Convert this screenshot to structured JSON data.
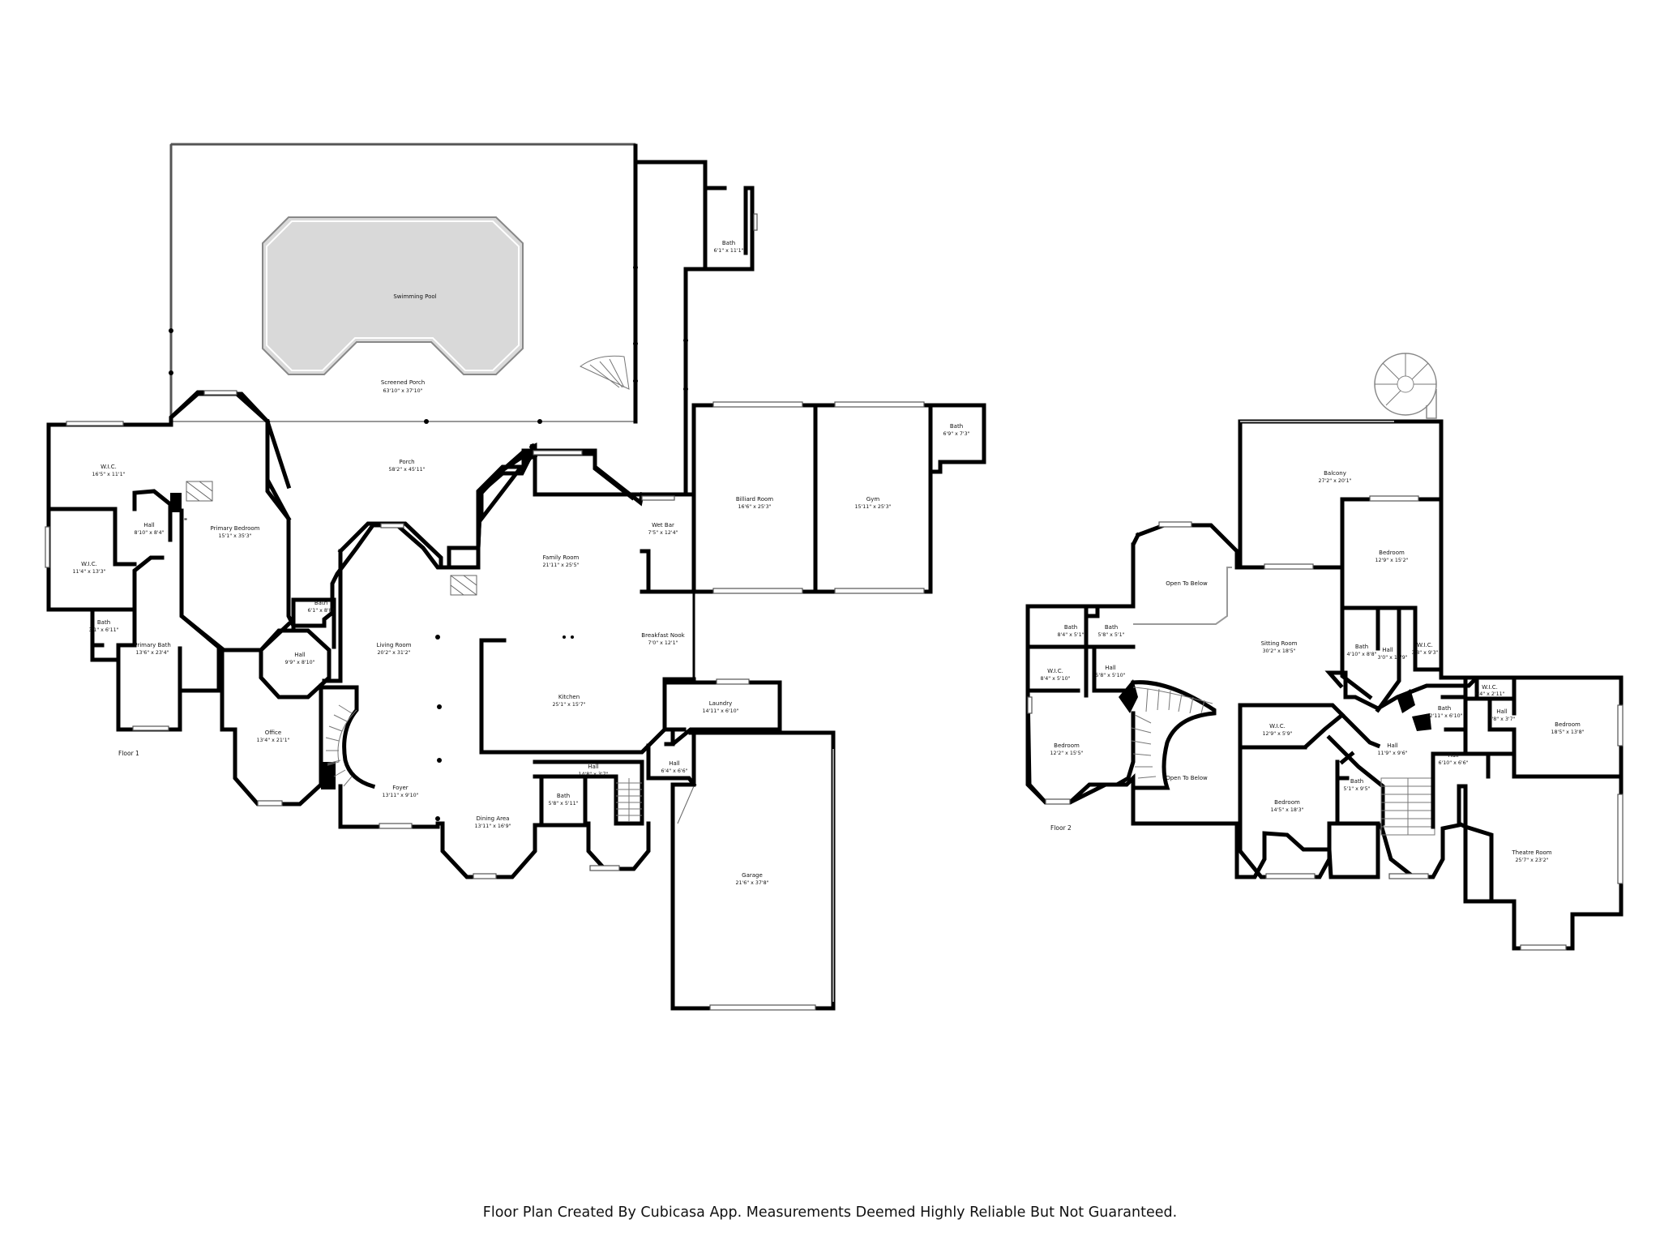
{
  "floors": [
    {
      "label": "Floor 1",
      "rooms": [
        {
          "name": "Swimming Pool",
          "dim": ""
        },
        {
          "name": "Screened Porch",
          "dim": "63'10\" x 37'10\""
        },
        {
          "name": "Bath",
          "dim": "6'1\" x 11'1\""
        },
        {
          "name": "Porch",
          "dim": "58'2\" x 45'11\""
        },
        {
          "name": "Billiard Room",
          "dim": "16'6\" x 25'3\""
        },
        {
          "name": "Gym",
          "dim": "15'11\" x 25'3\""
        },
        {
          "name": "Bath",
          "dim": "6'9\" x 7'3\""
        },
        {
          "name": "W.I.C.",
          "dim": "16'5\" x 11'1\""
        },
        {
          "name": "Hall",
          "dim": "8'10\" x 8'4\""
        },
        {
          "name": "Primary Bedroom",
          "dim": "15'1\" x 35'3\""
        },
        {
          "name": "W.I.C.",
          "dim": "11'4\" x 13'3\""
        },
        {
          "name": "Wet Bar",
          "dim": "7'5\" x 12'4\""
        },
        {
          "name": "Family Room",
          "dim": "21'11\" x 25'5\""
        },
        {
          "name": "Bath",
          "dim": "6'1\" x 8'8\""
        },
        {
          "name": "Bath",
          "dim": "3'1\" x 6'11\""
        },
        {
          "name": "Primary Bath",
          "dim": "13'6\" x 23'4\""
        },
        {
          "name": "Hall",
          "dim": "9'9\" x 8'10\""
        },
        {
          "name": "Living Room",
          "dim": "20'2\" x 31'2\""
        },
        {
          "name": "Breakfast Nook",
          "dim": "7'0\" x 12'1\""
        },
        {
          "name": "Kitchen",
          "dim": "25'1\" x 15'7\""
        },
        {
          "name": "Laundry",
          "dim": "14'11\" x 6'10\""
        },
        {
          "name": "Office",
          "dim": "13'4\" x 21'1\""
        },
        {
          "name": "Hall",
          "dim": "14'8\" x 3'7\""
        },
        {
          "name": "Hall",
          "dim": "6'4\" x 6'6\""
        },
        {
          "name": "Bath",
          "dim": "5'8\" x 5'11\""
        },
        {
          "name": "Foyer",
          "dim": "13'11\" x 9'10\""
        },
        {
          "name": "Dining Area",
          "dim": "13'11\" x 16'9\""
        },
        {
          "name": "Garage",
          "dim": "21'6\" x 37'8\""
        }
      ]
    },
    {
      "label": "Floor 2",
      "rooms": [
        {
          "name": "Balcony",
          "dim": "27'2\" x 20'1\""
        },
        {
          "name": "Bedroom",
          "dim": "12'9\" x 15'2\""
        },
        {
          "name": "Open To Below",
          "dim": ""
        },
        {
          "name": "Bath",
          "dim": "8'4\" x 5'1\""
        },
        {
          "name": "Bath",
          "dim": "5'8\" x 5'1\""
        },
        {
          "name": "Sitting Room",
          "dim": "30'2\" x 18'5\""
        },
        {
          "name": "Bath",
          "dim": "4'10\" x 8'8\""
        },
        {
          "name": "Hall",
          "dim": "3'0\" x 12'9\""
        },
        {
          "name": "W.I.C.",
          "dim": "3'8\" x 9'3\""
        },
        {
          "name": "W.I.C.",
          "dim": "8'4\" x 5'10\""
        },
        {
          "name": "Hall",
          "dim": "5'8\" x 5'10\""
        },
        {
          "name": "W.I.C.",
          "dim": "6'4\" x 2'11\""
        },
        {
          "name": "Bath",
          "dim": "12'11\" x 6'10\""
        },
        {
          "name": "Hall",
          "dim": "3'8\" x 3'7\""
        },
        {
          "name": "Bedroom",
          "dim": "18'5\" x 13'8\""
        },
        {
          "name": "W.I.C.",
          "dim": "12'9\" x 5'9\""
        },
        {
          "name": "Bedroom",
          "dim": "12'2\" x 15'5\""
        },
        {
          "name": "Hall",
          "dim": "11'9\" x 9'6\""
        },
        {
          "name": "Hall",
          "dim": "6'10\" x 6'6\""
        },
        {
          "name": "Open To Below",
          "dim": ""
        },
        {
          "name": "Bath",
          "dim": "5'1\" x 9'5\""
        },
        {
          "name": "Bedroom",
          "dim": "14'5\" x 18'3\""
        },
        {
          "name": "Theatre Room",
          "dim": "25'7\" x 23'2\""
        }
      ]
    }
  ],
  "footer": "Floor Plan Created By Cubicasa App. Measurements Deemed Highly Reliable But Not Guaranteed."
}
